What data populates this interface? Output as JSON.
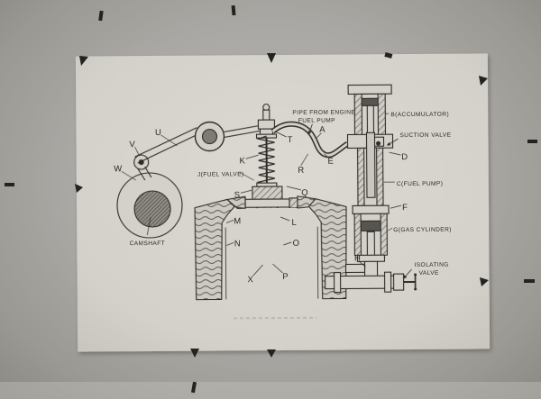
{
  "palette": {
    "photo_bg": "#a8a6a2",
    "paper": "#d6d3cc",
    "ink": "#2e2c28"
  },
  "diagram": {
    "labels": {
      "pipe_from_engine_line1": "PIPE FROM ENGINE",
      "pipe_from_engine_line2": "FUEL PUMP",
      "accumulator": "B(ACCUMULATOR)",
      "suction_valve": "SUCTION VALVE",
      "fuel_pump": "C(FUEL PUMP)",
      "gas_cylinder": "G(GAS CYLINDER)",
      "isolating_valve_line1": "ISOLATING",
      "isolating_valve_line2": "VALVE",
      "fuel_valve": "J(FUEL VALVE)",
      "camshaft": "CAMSHAFT"
    },
    "letters": {
      "A": "A",
      "D": "D",
      "E": "E",
      "F": "F",
      "H": "H",
      "K": "K",
      "L": "L",
      "M": "M",
      "N": "N",
      "O": "O",
      "P": "P",
      "Q": "Q",
      "R": "R",
      "S": "S",
      "T": "T",
      "U": "U",
      "V": "V",
      "W": "W",
      "X": "X"
    }
  }
}
